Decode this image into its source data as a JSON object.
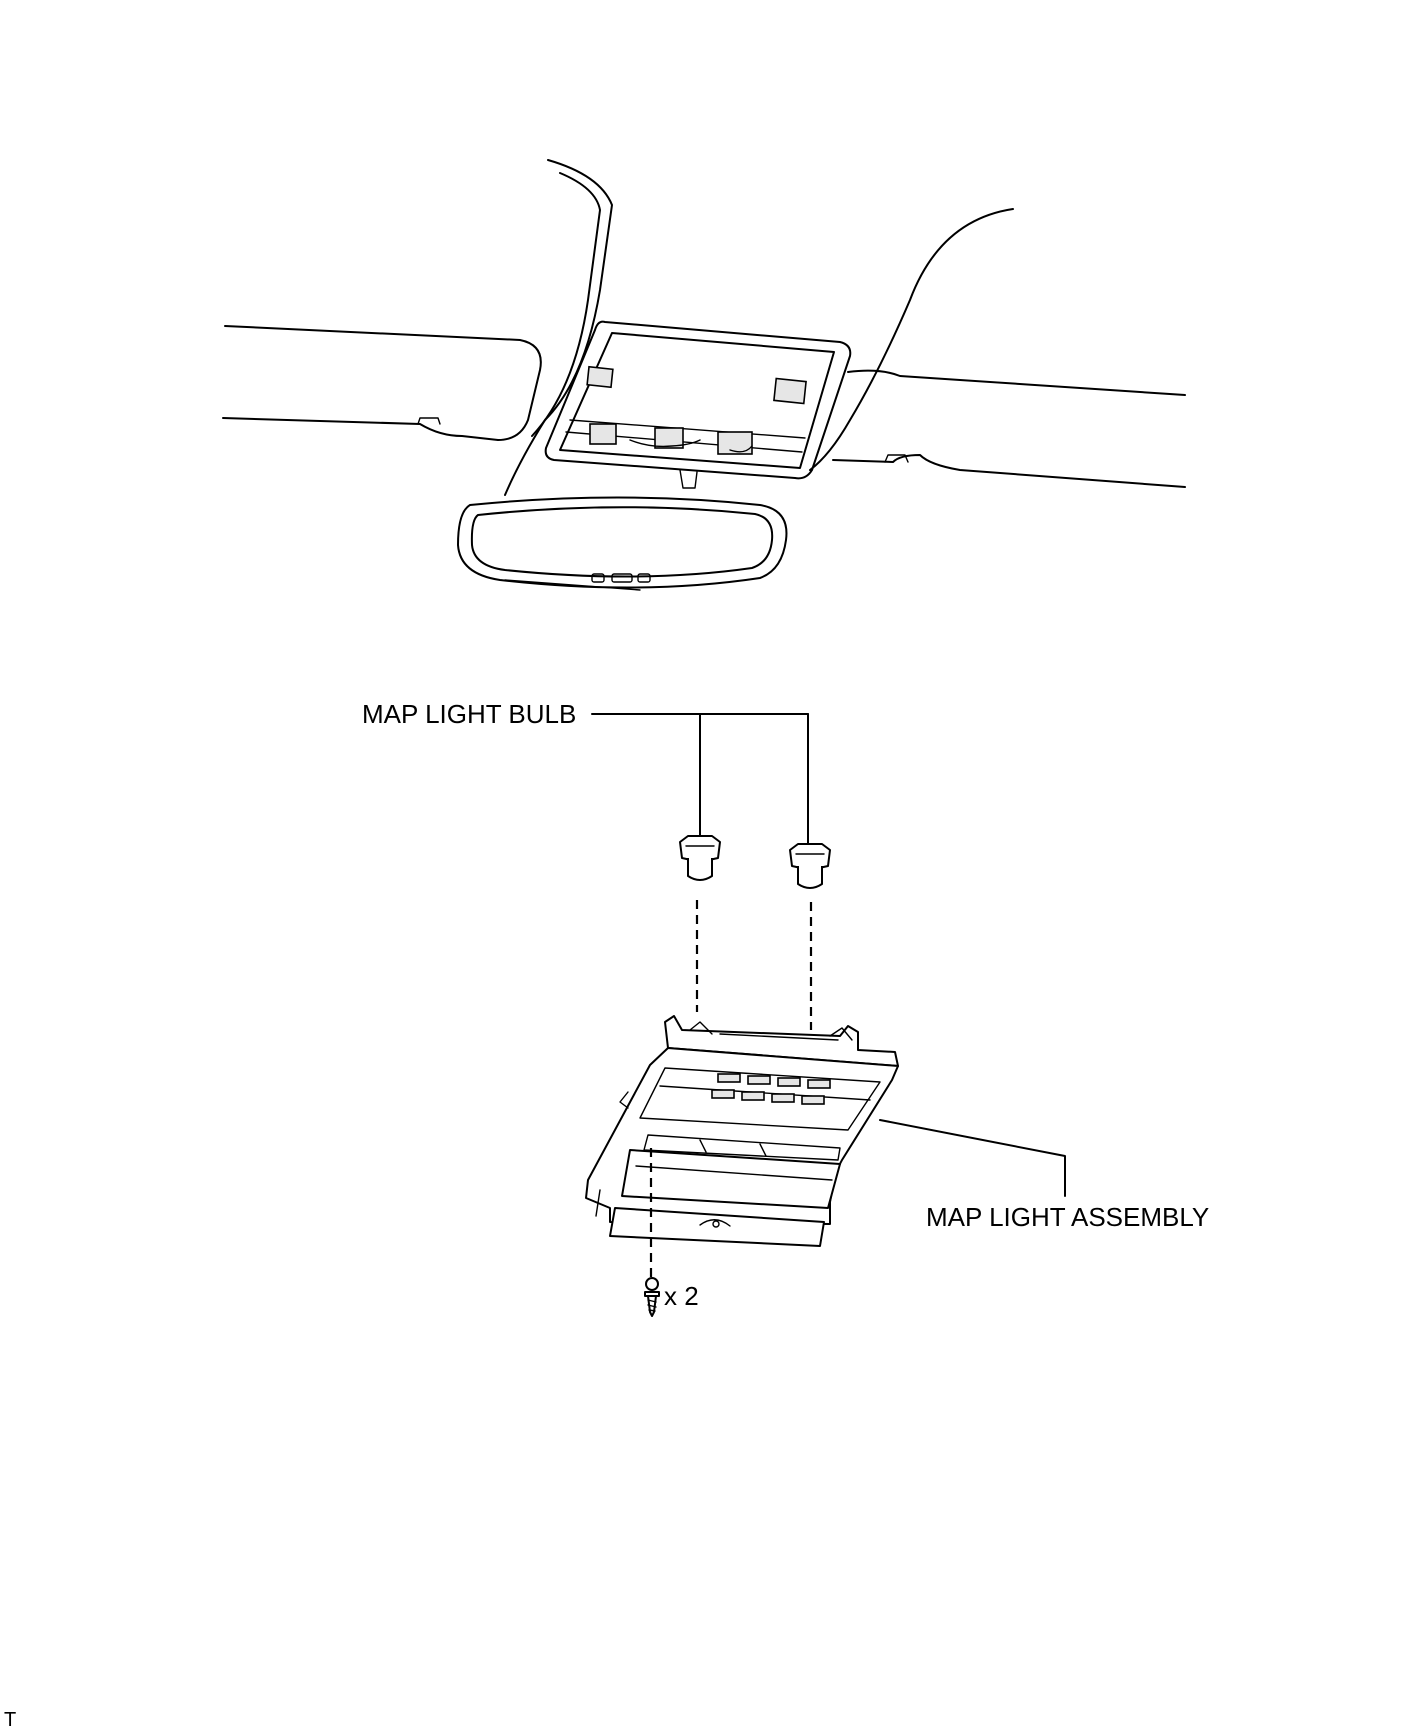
{
  "labels": {
    "bulb": "MAP LIGHT BULB",
    "assembly": "MAP LIGHT ASSEMBLY",
    "screw_qty": "x 2",
    "corner_mark": "T"
  }
}
